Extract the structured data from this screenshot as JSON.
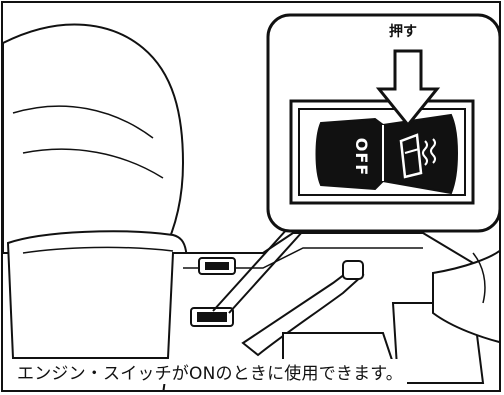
{
  "caption": "エンジン・スイッチがONのときに使用できます。",
  "inset": {
    "push_label": "押す",
    "switch_off_label": "OFF",
    "switch_on_icon": "rear-defogger-icon"
  },
  "colors": {
    "ink": "#111111",
    "paper": "#ffffff"
  }
}
